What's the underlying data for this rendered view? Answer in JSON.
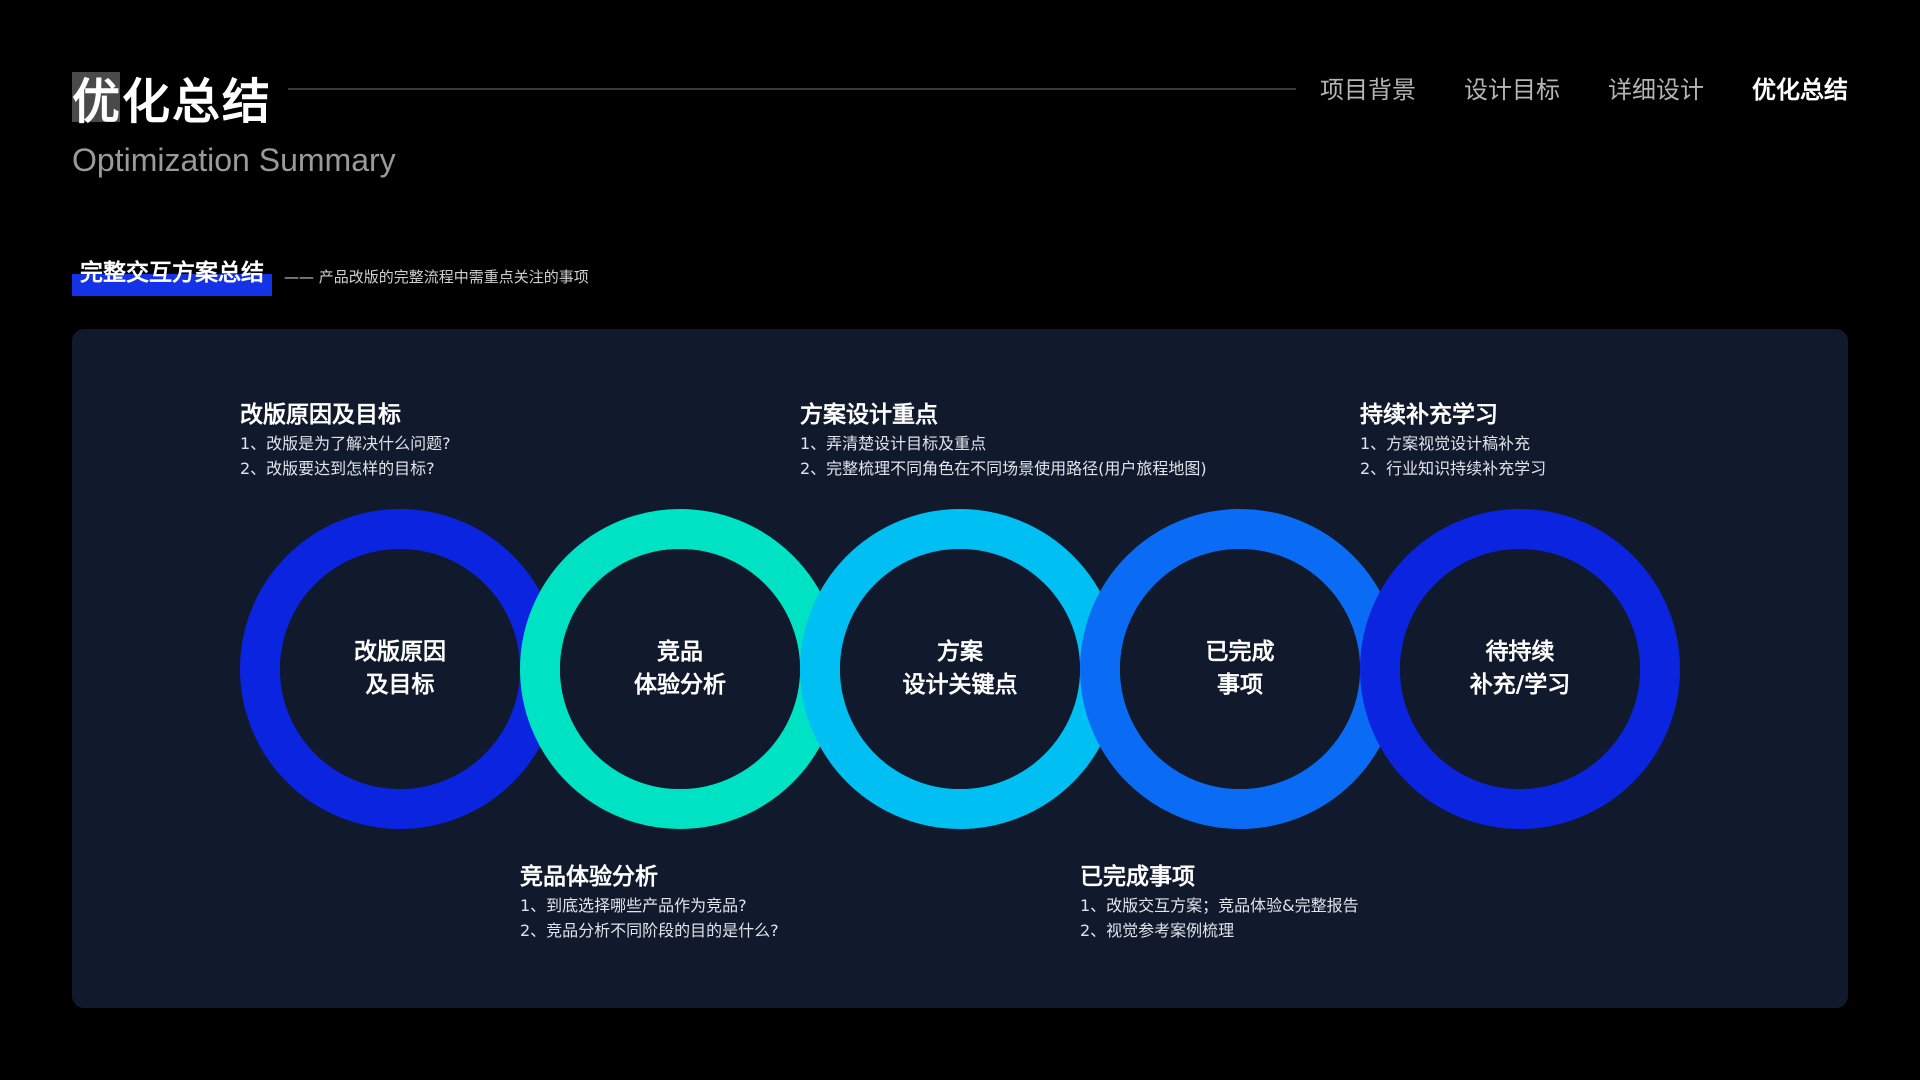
{
  "header": {
    "title": "优化总结",
    "subtitle": "Optimization Summary",
    "nav": [
      "项目背景",
      "设计目标",
      "详细设计",
      "优化总结"
    ],
    "active_nav": "优化总结"
  },
  "section": {
    "label": "完整交互方案总结",
    "description": "—— 产品改版的完整流程中需重点关注的事项"
  },
  "colors": {
    "background": "#000000",
    "panel": "#101a2c",
    "accent_blue": "#1433e6",
    "ring1": "#0a24e0",
    "ring2": "#00e2c4",
    "ring3": "#00bff2",
    "ring4": "#0a6cf5",
    "ring5": "#0a24e0"
  },
  "rings": [
    {
      "line1": "改版原因",
      "line2": "及目标",
      "color": "#0a24e0"
    },
    {
      "line1": "竞品",
      "line2": "体验分析",
      "color": "#00e2c4"
    },
    {
      "line1": "方案",
      "line2": "设计关键点",
      "color": "#00bff2"
    },
    {
      "line1": "已完成",
      "line2": "事项",
      "color": "#0a6cf5"
    },
    {
      "line1": "待持续",
      "line2": "补充/学习",
      "color": "#0a24e0"
    }
  ],
  "top_notes": [
    {
      "title": "改版原因及目标",
      "items": [
        "1、改版是为了解决什么问题?",
        "2、改版要达到怎样的目标?"
      ]
    },
    {
      "title": "方案设计重点",
      "items": [
        "1、弄清楚设计目标及重点",
        "2、完整梳理不同角色在不同场景使用路径(用户旅程地图)"
      ]
    },
    {
      "title": "持续补充学习",
      "items": [
        "1、方案视觉设计稿补充",
        "2、行业知识持续补充学习"
      ]
    }
  ],
  "bottom_notes": [
    {
      "title": "竞品体验分析",
      "items": [
        "1、到底选择哪些产品作为竞品?",
        "2、竞品分析不同阶段的目的是什么?"
      ]
    },
    {
      "title": "已完成事项",
      "items": [
        "1、改版交互方案；竞品体验&完整报告",
        "2、视觉参考案例梳理"
      ]
    }
  ]
}
